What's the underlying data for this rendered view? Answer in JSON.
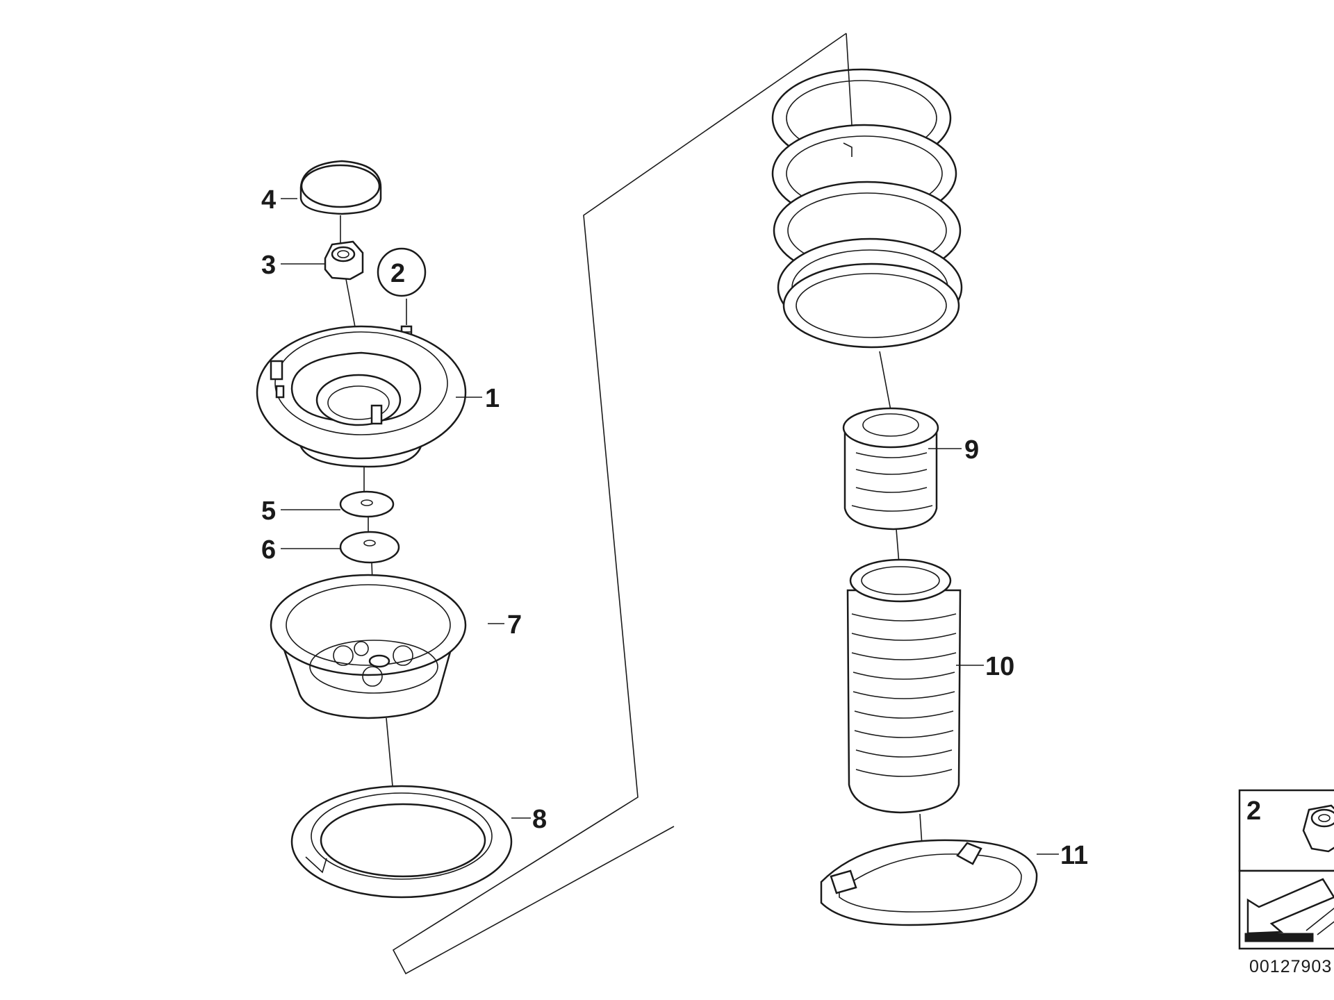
{
  "diagram": {
    "callouts": [
      {
        "id": "1",
        "label": "1"
      },
      {
        "id": "2",
        "label": "2"
      },
      {
        "id": "3",
        "label": "3"
      },
      {
        "id": "4",
        "label": "4"
      },
      {
        "id": "5",
        "label": "5"
      },
      {
        "id": "6",
        "label": "6"
      },
      {
        "id": "7",
        "label": "7"
      },
      {
        "id": "8",
        "label": "8"
      },
      {
        "id": "9",
        "label": "9"
      },
      {
        "id": "10",
        "label": "10"
      },
      {
        "id": "11",
        "label": "11"
      }
    ],
    "inset": {
      "label": "2"
    },
    "reference_number": "00127903"
  },
  "colors": {
    "line": "#1a1a1a",
    "background": "#ffffff"
  },
  "icons": {
    "inset_arrow": "direction-arrow-icon",
    "inset_nut": "hex-nut-icon"
  }
}
